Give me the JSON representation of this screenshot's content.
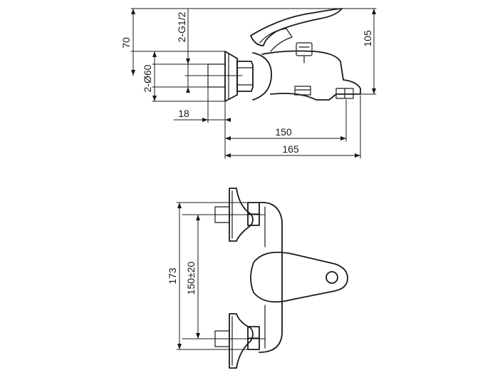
{
  "dimensions": {
    "spout_height": "105",
    "handle_height": "70",
    "inlet_thread": "2-G1/2",
    "flange_diameter": "2-Ø60",
    "inlet_offset": "18",
    "spout_reach": "150",
    "overall_depth": "165",
    "overall_width": "173",
    "inlet_centers": "150±20"
  }
}
